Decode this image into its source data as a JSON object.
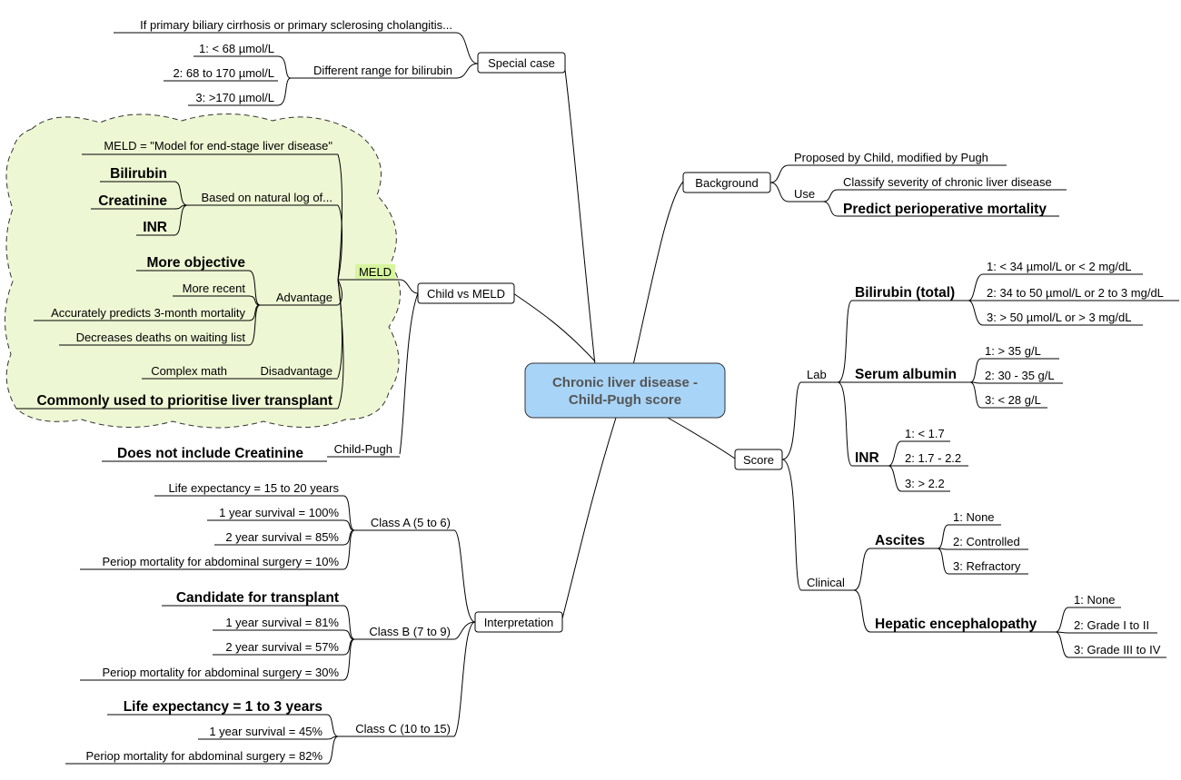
{
  "center": {
    "line1": "Chronic liver disease -",
    "line2": "Child-Pugh score"
  },
  "special_case": {
    "label": "Special case",
    "note": "If primary biliary cirrhosis or primary sclerosing cholangitis...",
    "range": {
      "label": "Different range for bilirubin",
      "items": [
        "1: < 68 µmol/L",
        "2: 68 to 170 µmol/L",
        "3: >170 µmol/L"
      ]
    }
  },
  "background": {
    "label": "Background",
    "proposed": "Proposed by Child, modified by Pugh",
    "use": {
      "label": "Use",
      "items": [
        "Classify severity of chronic liver disease",
        "Predict perioperative mortality"
      ]
    }
  },
  "child_vs_meld": {
    "label": "Child vs MELD",
    "meld": {
      "label": "MELD",
      "definition": "MELD = \"Model for end-stage liver disease\"",
      "natural_log": {
        "label": "Based on natural log of...",
        "items": [
          "Bilirubin",
          "Creatinine",
          "INR"
        ]
      },
      "advantage": {
        "label": "Advantage",
        "items": [
          "More objective",
          "More recent",
          "Accurately predicts 3-month mortality",
          "Decreases deaths on waiting list"
        ]
      },
      "disadvantage": {
        "label": "Disadvantage",
        "items": [
          "Complex math"
        ]
      },
      "common_use": "Commonly used to prioritise liver transplant"
    },
    "child_pugh": {
      "label": "Child-Pugh",
      "items": [
        "Does not include Creatinine"
      ]
    }
  },
  "score": {
    "label": "Score",
    "lab": {
      "label": "Lab",
      "bilirubin": {
        "label": "Bilirubin (total)",
        "items": [
          "1: < 34 µmol/L or < 2 mg/dL",
          "2:  34 to 50 µmol/L or 2 to 3 mg/dL",
          "3: > 50 µmol/L or > 3 mg/dL"
        ]
      },
      "albumin": {
        "label": "Serum albumin",
        "items": [
          "1: > 35 g/L",
          "2: 30 - 35 g/L",
          "3: < 28 g/L"
        ]
      },
      "inr": {
        "label": "INR",
        "items": [
          "1: < 1.7",
          "2: 1.7 - 2.2",
          "3: > 2.2"
        ]
      }
    },
    "clinical": {
      "label": "Clinical",
      "ascites": {
        "label": "Ascites",
        "items": [
          "1: None",
          "2: Controlled",
          "3: Refractory"
        ]
      },
      "encephalopathy": {
        "label": "Hepatic encephalopathy",
        "items": [
          "1: None",
          "2: Grade I to II",
          "3: Grade III to IV"
        ]
      }
    }
  },
  "interpretation": {
    "label": "Interpretation",
    "class_a": {
      "label": "Class A (5 to 6)",
      "items": [
        "Life expectancy = 15 to 20 years",
        "1 year survival = 100%",
        "2 year survival = 85%",
        "Periop mortality for abdominal surgery = 10%"
      ]
    },
    "class_b": {
      "label": "Class B (7 to 9)",
      "items": [
        "Candidate for transplant",
        "1 year survival = 81%",
        "2 year survival = 57%",
        "Periop mortality for abdominal surgery = 30%"
      ]
    },
    "class_c": {
      "label": "Class C (10 to 15)",
      "items": [
        "Life expectancy = 1 to 3 years",
        "1 year survival = 45%",
        "Periop mortality for abdominal surgery = 82%"
      ]
    }
  },
  "colors": {
    "central_fill": "#a8d4f7",
    "central_text": "#555555",
    "cloud_fill": "#eef7d4",
    "meld_highlight": "#d6f59e"
  }
}
